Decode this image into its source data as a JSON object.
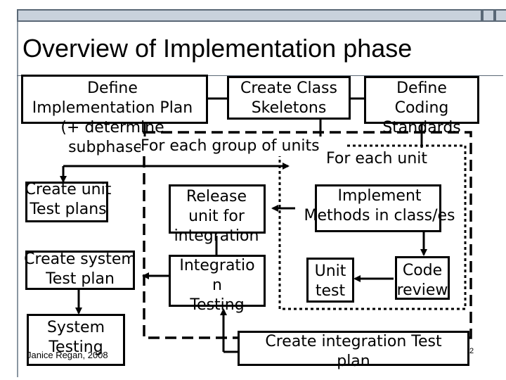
{
  "slide": {
    "title": "Overview of Implementation phase",
    "footer": "Janice Regan, 2008",
    "page_number": "2"
  },
  "diagram": {
    "top_boxes": [
      {
        "label": "Define\nImplementation Plan\n(+ determine\nsubphases)"
      },
      {
        "label": "Create Class\nSkeletons"
      },
      {
        "label": "Define\nCoding\nStandards"
      }
    ],
    "loop_labels": {
      "group": "For each group of units",
      "unit": "For each unit"
    },
    "left_boxes": [
      {
        "label": "Create unit\nTest plans"
      },
      {
        "label": "Create system\nTest plan"
      },
      {
        "label": "System\nTesting"
      }
    ],
    "middle_boxes": [
      {
        "label": "Release\nunit for\nintegration"
      },
      {
        "label": "Integratio\nn\nTesting"
      }
    ],
    "right_boxes": [
      {
        "label": "Implement\nMethods in class/es"
      },
      {
        "label": "Unit\ntest"
      },
      {
        "label": "Code\nreview"
      }
    ],
    "bottom_box": {
      "label": "Create integration Test\nplan"
    }
  }
}
